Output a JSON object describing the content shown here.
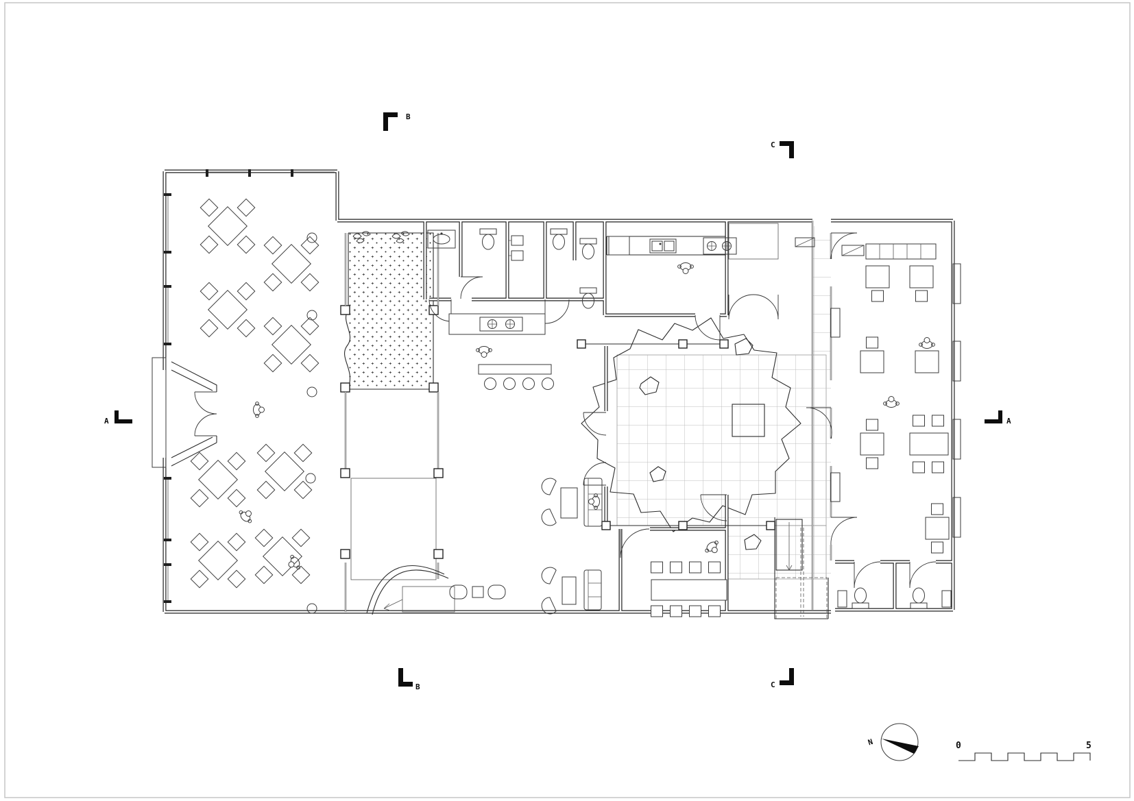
{
  "section_markers": {
    "a_left": "A",
    "a_right": "A",
    "b_top": "B",
    "b_bottom": "B",
    "c_top": "C",
    "c_bottom": "C"
  },
  "scale_bar": {
    "start_label": "0",
    "end_label": "5"
  },
  "north_arrow": {
    "label": "N"
  },
  "icons": [
    "north-arrow-icon",
    "scale-bar-icon",
    "section-cut-marker",
    "door-swing-icon",
    "wc-fixture-icon",
    "sink-icon",
    "cooktop-icon",
    "dining-table-icon",
    "person-figure-icon",
    "tree-canopy-icon",
    "stair-icon"
  ],
  "colors": {
    "ink": "#1f1f1f",
    "glazing": "#444444",
    "paving_grid": "#bdbdbd",
    "paper": "#ffffff",
    "frame_border": "#c6c6c6"
  }
}
